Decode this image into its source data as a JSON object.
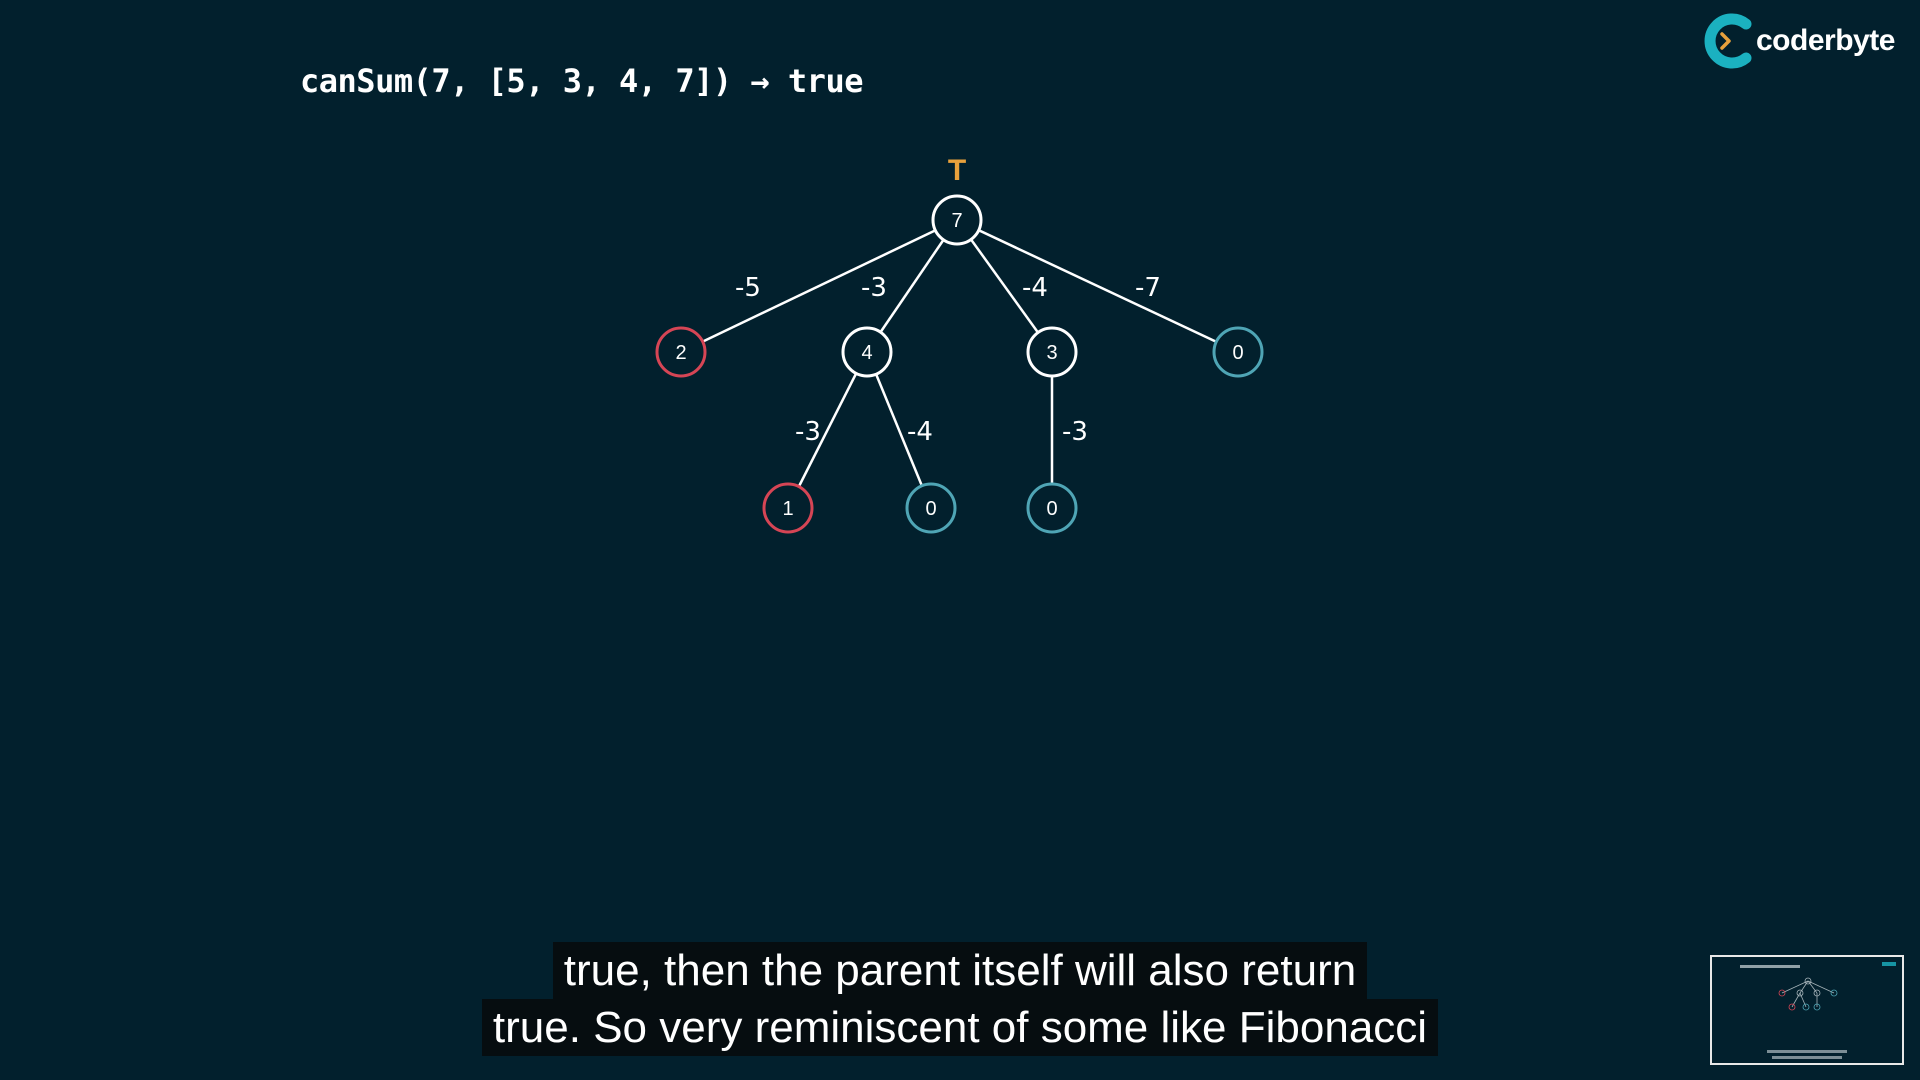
{
  "title": "canSum(7, [5, 3, 4, 7]) → true",
  "brand": {
    "name": "coderbyte",
    "accent": "#1bb1c0"
  },
  "tree": {
    "root_mark": "T",
    "colors": {
      "node": "#ffffff",
      "failed": "#d64555",
      "success": "#4fa5b5",
      "mark": "#e8a13c",
      "edge": "#ffffff"
    },
    "nodes": [
      {
        "id": "n7",
        "value": "7",
        "status": "normal"
      },
      {
        "id": "n2",
        "value": "2",
        "status": "failed"
      },
      {
        "id": "n4",
        "value": "4",
        "status": "normal"
      },
      {
        "id": "n3",
        "value": "3",
        "status": "normal"
      },
      {
        "id": "n0a",
        "value": "0",
        "status": "success"
      },
      {
        "id": "n1",
        "value": "1",
        "status": "failed"
      },
      {
        "id": "n0b",
        "value": "0",
        "status": "success"
      },
      {
        "id": "n0c",
        "value": "0",
        "status": "success"
      }
    ],
    "edges": [
      {
        "from": "n7",
        "to": "n2",
        "label": "-5"
      },
      {
        "from": "n7",
        "to": "n4",
        "label": "-3"
      },
      {
        "from": "n7",
        "to": "n3",
        "label": "-4"
      },
      {
        "from": "n7",
        "to": "n0a",
        "label": "-7"
      },
      {
        "from": "n4",
        "to": "n1",
        "label": "-3"
      },
      {
        "from": "n4",
        "to": "n0b",
        "label": "-4"
      },
      {
        "from": "n3",
        "to": "n0c",
        "label": "-3"
      }
    ]
  },
  "captions": {
    "line1": "true, then the parent itself will also return",
    "line2": "true. So very reminiscent of some like Fibonacci"
  },
  "thumbnail": {
    "icon": "video-preview-thumbnail"
  }
}
